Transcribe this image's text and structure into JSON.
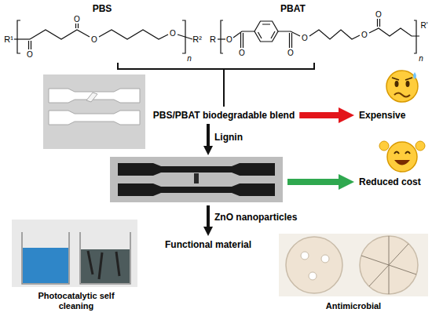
{
  "diagram": {
    "nodes": [
      {
        "text": [
          "PBS"
        ]
      },
      {
        "text": [
          "PBAT"
        ]
      },
      {
        "text": [
          "PBS/PBAT biodegradable blend"
        ]
      },
      {
        "text": [
          "Expensive"
        ]
      },
      {
        "text": [
          "Reduced cost"
        ]
      },
      {
        "text": [
          "Functional material"
        ]
      },
      {
        "text": [
          "Photocatalytic self cleaning"
        ]
      },
      {
        "text": [
          "Antimicrobial"
        ]
      }
    ],
    "edges": [
      {
        "from": 0,
        "to": 2,
        "arrow": "none"
      },
      {
        "from": 1,
        "to": 2,
        "arrow": "none"
      },
      {
        "from": 2,
        "to": 3,
        "arrow": "to"
      }
    ],
    "labels": [
      "R¹",
      "O",
      "O",
      "O",
      "O",
      "n",
      "R²",
      "R",
      "O",
      "O",
      "O",
      "O",
      "O",
      "O",
      "n",
      "R'",
      "Lignin",
      "ZnO nanoparticles"
    ]
  }
}
